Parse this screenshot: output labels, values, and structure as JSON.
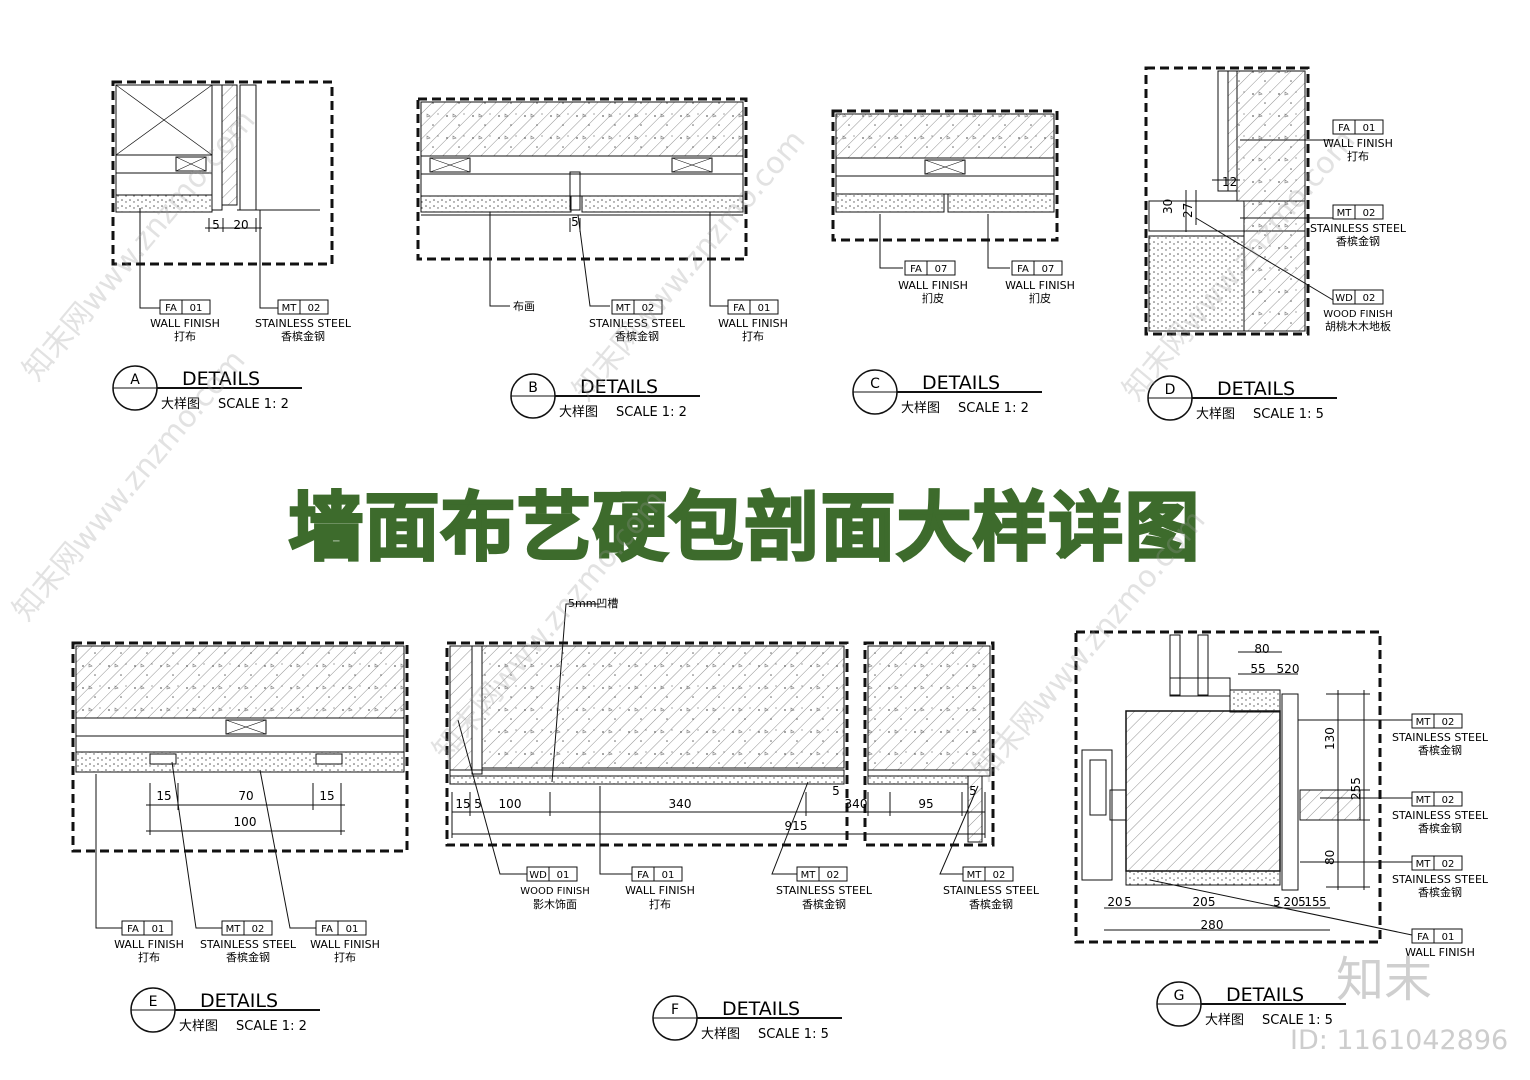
{
  "title": "墙面布艺硬包剖面大样详图",
  "watermark": {
    "logo": "知末",
    "id": "ID: 1161042896",
    "diagonal": "知末网www.znzmo.com"
  },
  "colors": {
    "title": "#3d6b2c",
    "line": "#111111",
    "hatch": "#555555"
  },
  "details": [
    {
      "id": "A",
      "label": "DETAILS",
      "sub": "大样图",
      "scale": "SCALE  1: 2"
    },
    {
      "id": "B",
      "label": "DETAILS",
      "sub": "大样图",
      "scale": "SCALE  1: 2"
    },
    {
      "id": "C",
      "label": "DETAILS",
      "sub": "大样图",
      "scale": "SCALE  1: 2"
    },
    {
      "id": "D",
      "label": "DETAILS",
      "sub": "大样图",
      "scale": "SCALE  1: 5"
    },
    {
      "id": "E",
      "label": "DETAILS",
      "sub": "大样图",
      "scale": "SCALE  1: 2"
    },
    {
      "id": "F",
      "label": "DETAILS",
      "sub": "大样图",
      "scale": "SCALE  1: 5"
    },
    {
      "id": "G",
      "label": "DETAILS",
      "sub": "大样图",
      "scale": "SCALE  1: 5"
    }
  ],
  "tags": {
    "FA01": {
      "code": "FA",
      "num": "01",
      "en": "WALL FINISH",
      "cn": "打布"
    },
    "FA07": {
      "code": "FA",
      "num": "07",
      "en": "WALL FINISH",
      "cn": "扪皮"
    },
    "MT02": {
      "code": "MT",
      "num": "02",
      "en": "STAINLESS STEEL",
      "cn": "香槟金钢"
    },
    "WD01": {
      "code": "WD",
      "num": "01",
      "en": "WOOD FINISH",
      "cn": "影木饰面"
    },
    "WD02": {
      "code": "WD",
      "num": "02",
      "en": "WOOD FINISH",
      "cn": "胡桃木木地板"
    }
  },
  "notes": {
    "b_fabric": "布画",
    "f_groove": "5mm凹槽"
  },
  "dims": {
    "a": [
      "5",
      "20"
    ],
    "b": [
      "5"
    ],
    "d": [
      "12",
      "30",
      "27"
    ],
    "e": [
      "15",
      "70",
      "15",
      "100"
    ],
    "f": [
      "15",
      "5",
      "100",
      "340",
      "5",
      "915",
      "340",
      "95",
      "5"
    ],
    "g": [
      "80",
      "55",
      "520",
      "130",
      "255",
      "80",
      "20",
      "5",
      "205",
      "5",
      "20",
      "5",
      "15",
      "5",
      "280"
    ]
  }
}
